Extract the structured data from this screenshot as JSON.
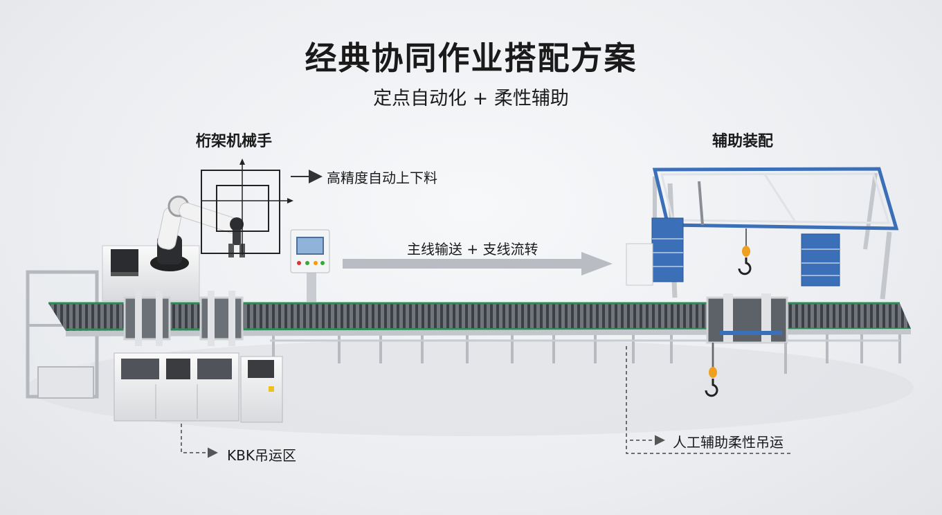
{
  "title": "经典协同作业搭配方案",
  "subtitle": "定点自动化 + 柔性辅助",
  "left_section": {
    "label": "桁架机械手",
    "feature": "高精度自动上下料",
    "callout": "KBK吊运区"
  },
  "flow": {
    "label": "主线输送 + 支线流转"
  },
  "right_section": {
    "label": "辅助装配",
    "callout": "人工辅助柔性吊运"
  },
  "colors": {
    "accent_blue": "#3b6fb8",
    "conveyor_green": "#2e8b57",
    "hook_orange": "#f0a020",
    "arrow_gray": "#b9bdc3"
  }
}
